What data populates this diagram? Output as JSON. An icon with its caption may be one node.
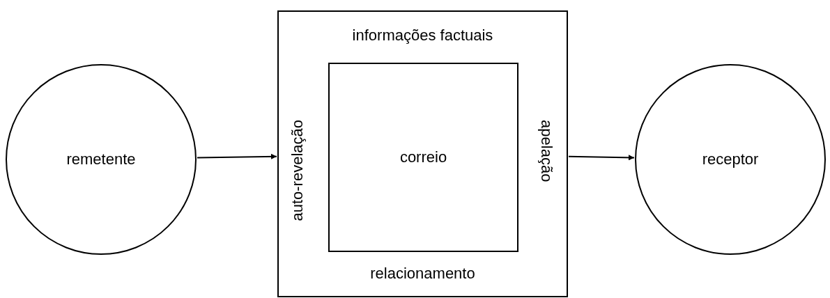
{
  "diagram": {
    "nodes": [
      {
        "text": [
          "remetente"
        ]
      },
      {
        "text": [
          "informações factuais",
          "auto-revelação",
          "apelação",
          "relacionamento"
        ]
      },
      {
        "text": [
          "correio"
        ],
        "in": 1
      },
      {
        "text": [
          "receptor"
        ]
      }
    ],
    "edges": [
      {
        "from": 0,
        "to": 1,
        "arrow": "to"
      },
      {
        "from": 1,
        "to": 3,
        "arrow": "to"
      }
    ]
  }
}
